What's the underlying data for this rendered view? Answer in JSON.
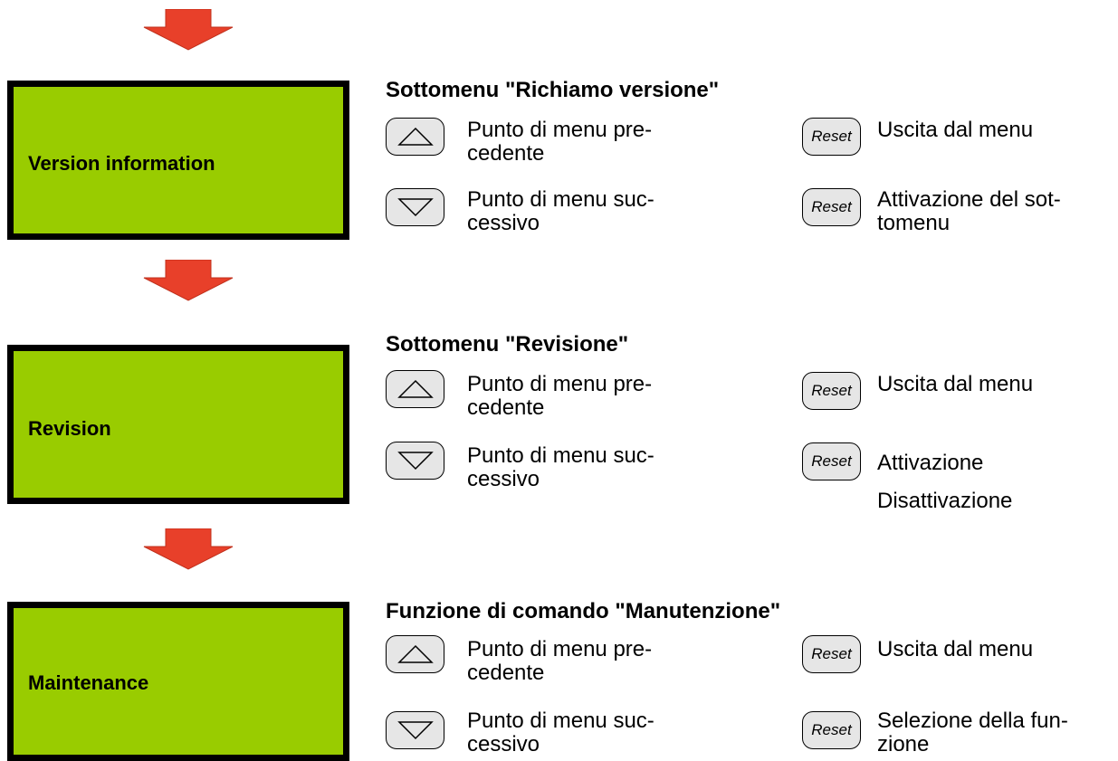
{
  "arrow_color": "#e8402a",
  "lcd_color": "#99cc00",
  "icons": {
    "up": "triangle-up-icon",
    "down": "triangle-down-icon",
    "arrow": "down-arrow-icon"
  },
  "sections": [
    {
      "display": "Version information",
      "title": "Sottomenu \"Richiamo versione\"",
      "up_desc": [
        "Punto di menu pre-",
        "cedente"
      ],
      "down_desc": [
        "Punto di menu suc-",
        "cessivo"
      ],
      "reset1_label": "Reset",
      "reset1_desc": [
        "Uscita dal menu"
      ],
      "reset2_label": "Reset",
      "reset2_desc": [
        "Attivazione del sot-",
        "tomenu"
      ]
    },
    {
      "display": "Revision",
      "title": "Sottomenu \"Revisione\"",
      "up_desc": [
        "Punto di menu pre-",
        "cedente"
      ],
      "down_desc": [
        "Punto di menu suc-",
        "cessivo"
      ],
      "reset1_label": "Reset",
      "reset1_desc": [
        "Uscita dal menu"
      ],
      "reset2_label": "Reset",
      "reset2_desc": [
        "Attivazione",
        "Disattivazione"
      ]
    },
    {
      "display": "Maintenance",
      "title": "Funzione di comando \"Manutenzione\"",
      "up_desc": [
        "Punto di menu pre-",
        "cedente"
      ],
      "down_desc": [
        "Punto di menu suc-",
        "cessivo"
      ],
      "reset1_label": "Reset",
      "reset1_desc": [
        "Uscita dal menu"
      ],
      "reset2_label": "Reset",
      "reset2_desc": [
        "Selezione della fun-",
        "zione"
      ]
    }
  ]
}
